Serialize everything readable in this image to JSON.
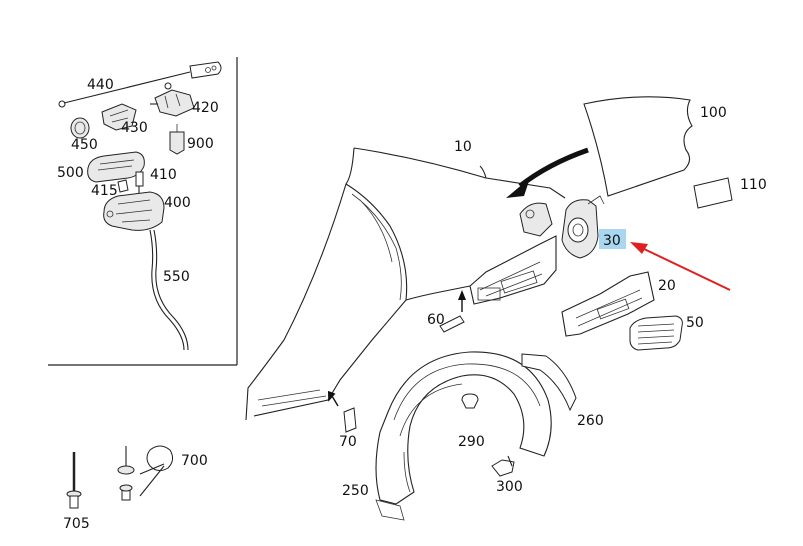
{
  "diagram": {
    "labels": {
      "p440": "440",
      "p420": "420",
      "p430": "430",
      "p450": "450",
      "p900": "900",
      "p500": "500",
      "p410": "410",
      "p415": "415",
      "p400": "400",
      "p550": "550",
      "p10": "10",
      "p100": "100",
      "p110": "110",
      "p30": "30",
      "p20": "20",
      "p50": "50",
      "p60": "60",
      "p70": "70",
      "p260": "260",
      "p290": "290",
      "p300": "300",
      "p250": "250",
      "p700": "700",
      "p705": "705"
    },
    "highlight_label": "p30",
    "colors": {
      "highlight_bg": "#a9d6f0",
      "arrow": "#e02020",
      "ink": "#222222"
    }
  }
}
